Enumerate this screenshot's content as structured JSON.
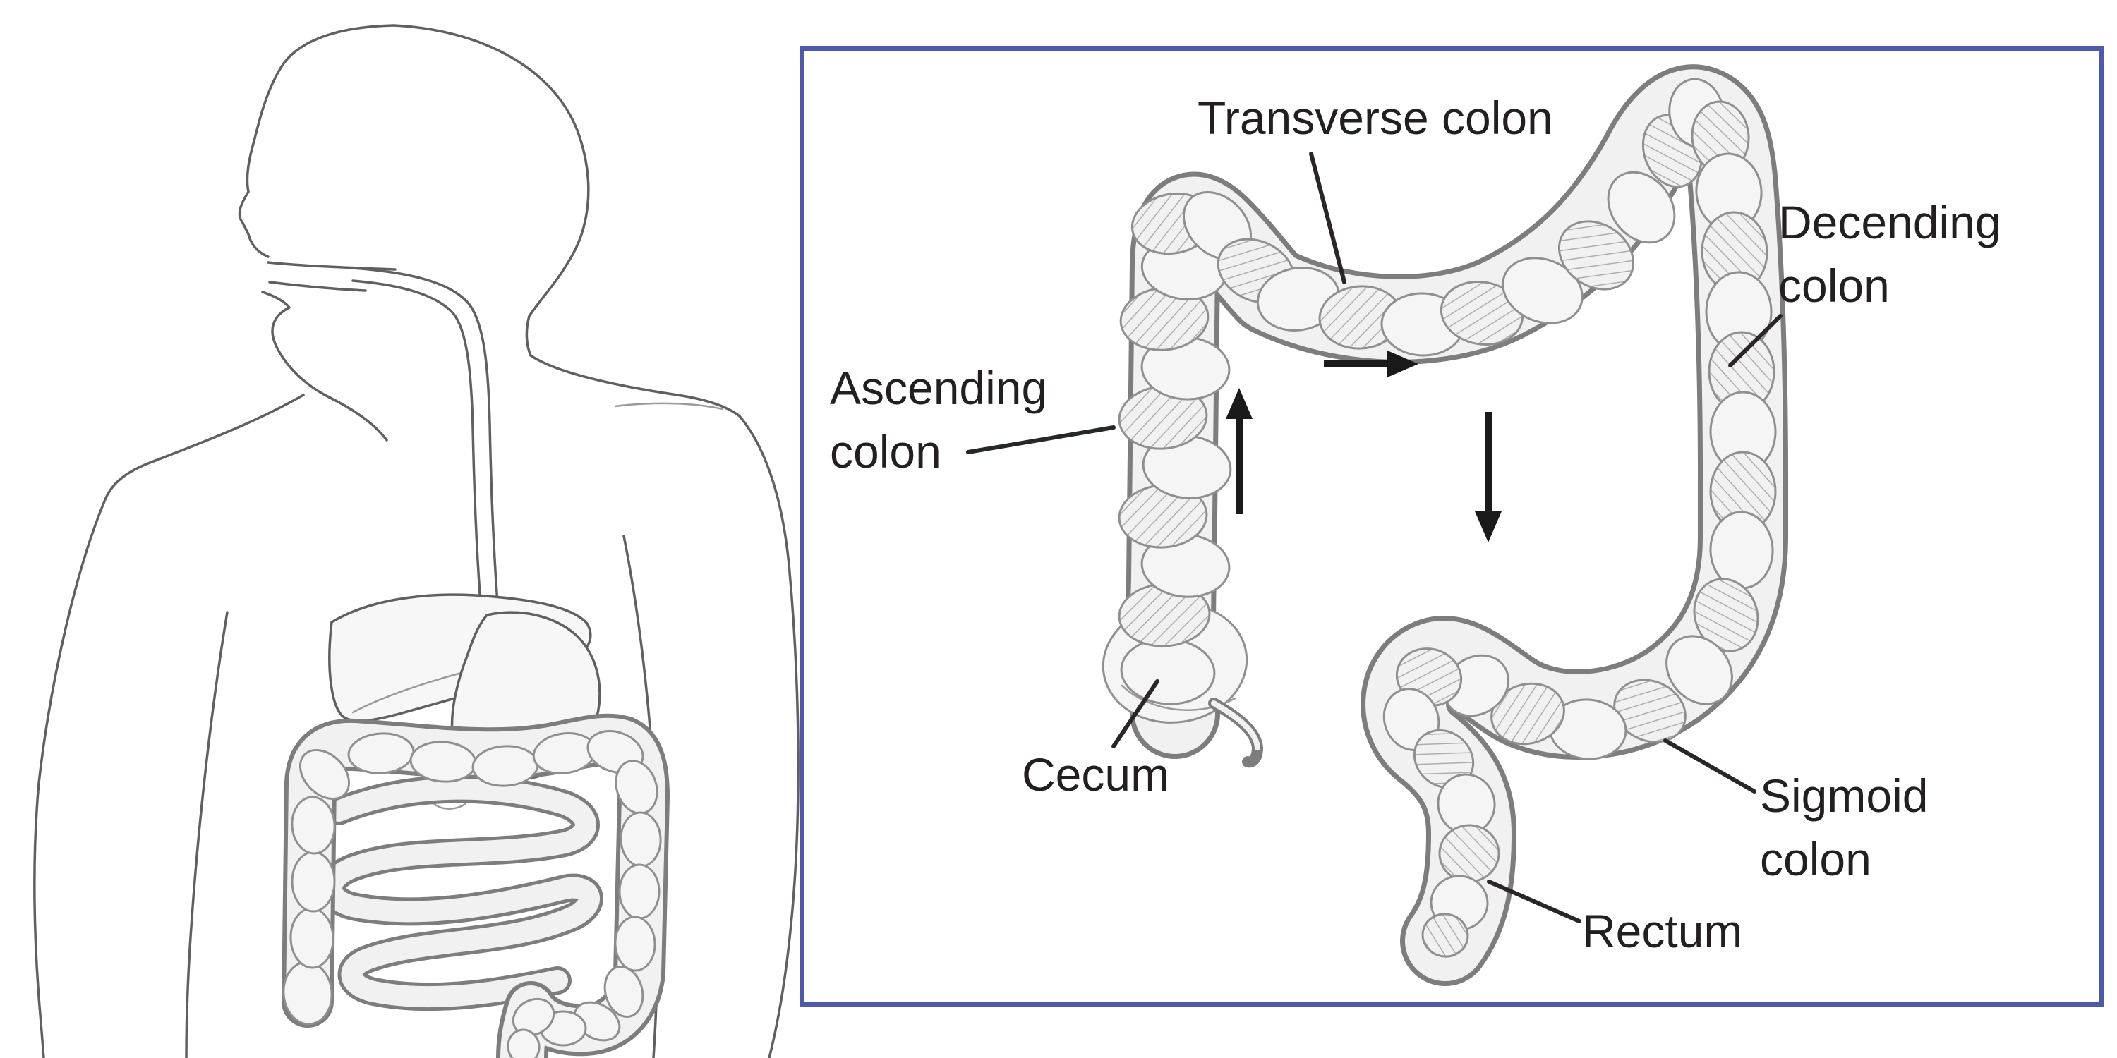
{
  "colors": {
    "panel_border": "#4d5aab",
    "label_text": "#231f20",
    "arrow_black": "#1a1a1a",
    "sketch_line": "#606060",
    "background": "#ffffff"
  },
  "diagram": {
    "labels": [
      {
        "id": "transverse-colon",
        "text": "Transverse colon"
      },
      {
        "id": "decending-colon",
        "text": "Decending\ncolon"
      },
      {
        "id": "ascending-colon",
        "text": "Ascending\ncolon"
      },
      {
        "id": "cecum",
        "text": "Cecum"
      },
      {
        "id": "sigmoid-colon",
        "text": "Sigmoid\ncolon"
      },
      {
        "id": "rectum",
        "text": "Rectum"
      }
    ],
    "flow_arrows": [
      {
        "icon": "up-arrow-icon",
        "direction": "up"
      },
      {
        "icon": "right-arrow-icon",
        "direction": "right"
      },
      {
        "icon": "down-arrow-icon",
        "direction": "down"
      }
    ]
  }
}
